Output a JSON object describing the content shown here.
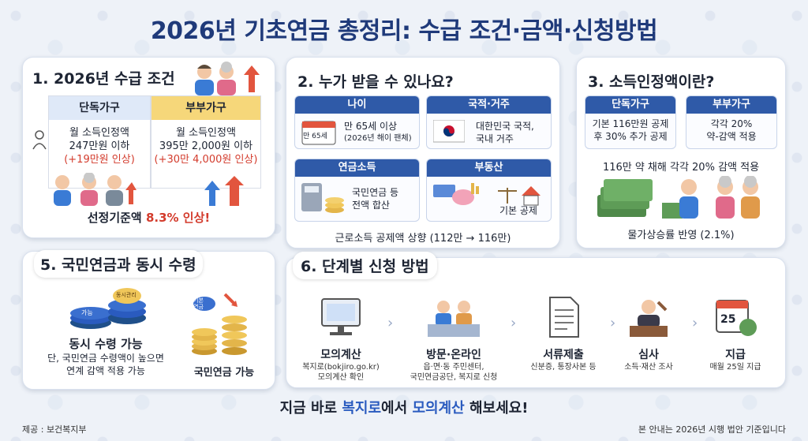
{
  "title": "2026년 기초연금 총정리: 수급 조건·금액·신청방법",
  "section1": {
    "title": "1. 2026년 수급 조건",
    "single": {
      "head": "단독가구",
      "line1": "월 소득인정액",
      "line2": "247만원 이하",
      "line3": "(+19만원 인상)"
    },
    "couple": {
      "head": "부부가구",
      "line1": "월 소득인정액",
      "line2": "395만 2,000원 이하",
      "line3": "(+30만 4,000원 인상)"
    },
    "footer_prefix": "선정기준액",
    "footer_value": "8.3% 인상!"
  },
  "section2": {
    "title": "2. 누가 받을 수 있나요?",
    "age": {
      "head": "나이",
      "icon_label": "만 65세",
      "line1": "만 65세 이상",
      "line2": "(2026년 해이 팬체)"
    },
    "nationality": {
      "head": "국적·거주",
      "line1": "대한민국 국적,",
      "line2": "국내 거주"
    },
    "pension_income": {
      "head": "연금소득",
      "line1": "국민연금 등",
      "line2": "전액 합산"
    },
    "property": {
      "head": "부동산",
      "line1": "기본 공제"
    },
    "footer": "근로소득 공제액 상향 (112만 → 116만)"
  },
  "section3": {
    "title": "3. 소득인정액이란?",
    "single": {
      "head": "단독가구",
      "line1": "기본 116만원 공제",
      "line2": "후 30% 추가 공제"
    },
    "couple": {
      "head": "부부가구",
      "line1": "각각 20%",
      "line2": "약-감액 적용"
    },
    "mid": "116만 약 채해 각각 20% 감액 적용",
    "footer": "물가상승률 반영 (2.1%)"
  },
  "section5": {
    "title": "5. 국민연금과 동시 수령",
    "coin_label1": "가능",
    "coin_label2": "동시관리",
    "coin_label3": "기본\n연금",
    "left_title": "동시 수령 가능",
    "left_line1": "단, 국민연금 수령액이 높으면",
    "left_line2": "연계 감액 적용 가능",
    "right_title": "국민연금 가능"
  },
  "section6": {
    "title": "6. 단계별 신청 방법",
    "steps": [
      {
        "title": "모의계산",
        "sub1": "복지로(bokjiro.go.kr)",
        "sub2": "모의계산 확인"
      },
      {
        "title": "방문·온라인",
        "sub1": "읍·면·동 주민센터,",
        "sub2": "국민연금공단, 복지로 신청"
      },
      {
        "title": "서류제출",
        "sub1": "신분증, 통장사본 등",
        "sub2": ""
      },
      {
        "title": "심사",
        "sub1": "소득·재산 조사",
        "sub2": ""
      },
      {
        "title": "지급",
        "sub1": "매월 25일 지급",
        "sub2": ""
      }
    ],
    "calendar_day": "25"
  },
  "cta": {
    "part1": "지금 바로 ",
    "part2": "복지로",
    "part3": "에서 ",
    "part4": "모의계산",
    "part5": " 해보세요!"
  },
  "source": "제공 : 보건복지부",
  "notice": "본 안내는 2026년 시행 법안 기준입니다",
  "colors": {
    "primary": "#1f3a7a",
    "accent_red": "#d33b2c",
    "header_blue": "#2f5aa8",
    "header_yellow": "#f6d77a"
  }
}
